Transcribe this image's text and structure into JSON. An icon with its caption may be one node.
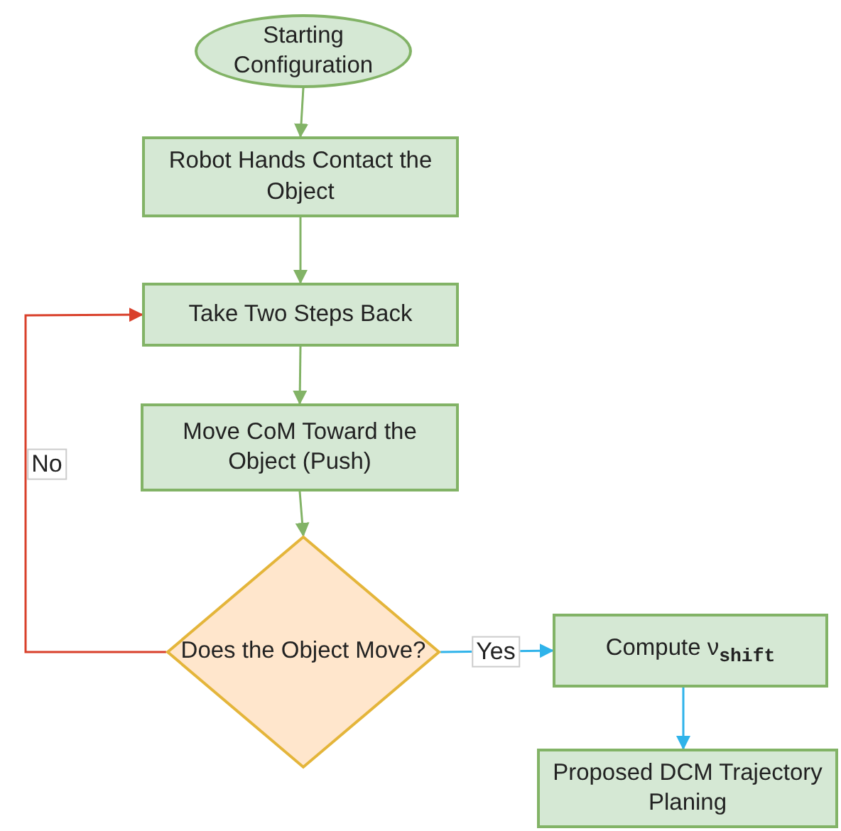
{
  "diagram": {
    "nodes": [
      {
        "text": [
          "Starting Configuration"
        ]
      },
      {
        "text": [
          "Robot Hands Contact the Object"
        ]
      },
      {
        "text": [
          "Take Two Steps Back"
        ]
      },
      {
        "text": [
          "Move CoM Toward the Object (Push)"
        ]
      },
      {
        "text": [
          "Does the Object Move?"
        ]
      },
      {
        "text": [
          "Compute ν$_{shift}$"
        ]
      },
      {
        "text": [
          "Proposed DCM Trajectory Planing"
        ]
      }
    ],
    "edges": [
      {
        "from": 0,
        "to": 1,
        "arrow": "to"
      },
      {
        "from": 1,
        "to": 2,
        "arrow": "to"
      },
      {
        "from": 2,
        "to": 3,
        "arrow": "to"
      },
      {
        "from": 3,
        "to": 4,
        "arrow": "to"
      },
      {
        "from": 4,
        "to": 2,
        "arrow": "to",
        "label": "No",
        "color": "#d9402b"
      },
      {
        "from": 4,
        "to": 5,
        "arrow": "to",
        "label": "Yes",
        "color": "#2fb3ea"
      },
      {
        "from": 5,
        "to": 6,
        "arrow": "to",
        "color": "#2fb3ea"
      }
    ]
  }
}
